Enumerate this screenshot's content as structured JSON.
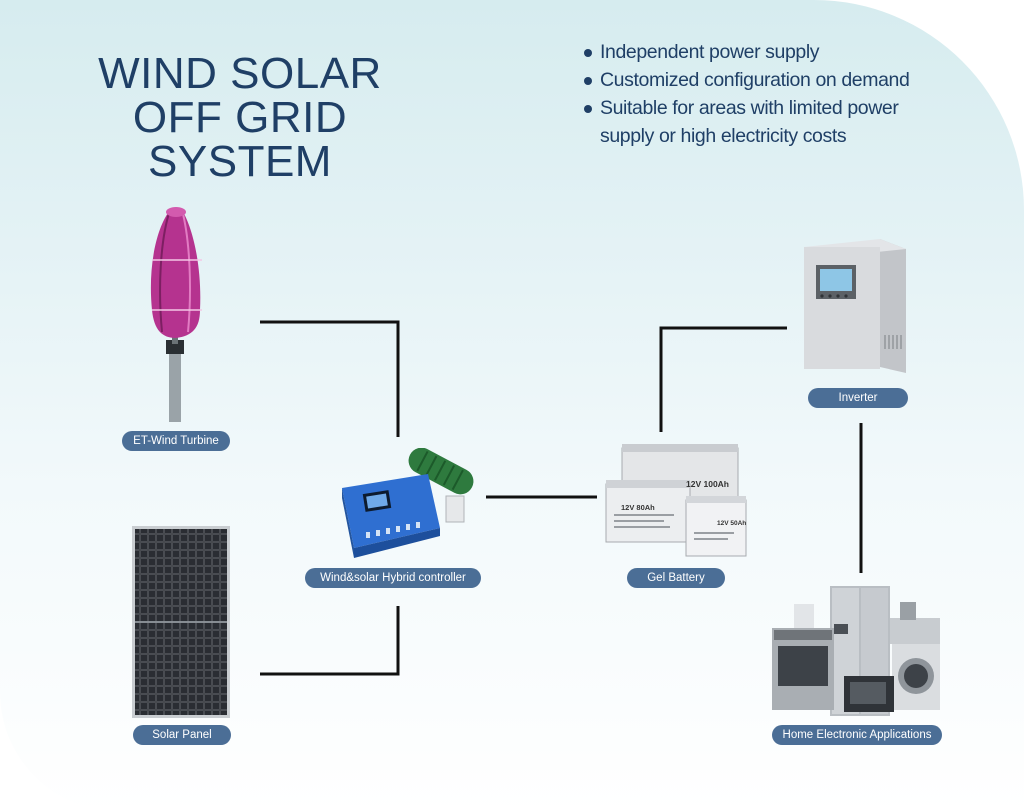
{
  "title": {
    "line1": "WIND SOLAR",
    "line2": "OFF GRID SYSTEM"
  },
  "features": [
    {
      "line1": "Independent power supply",
      "line2": ""
    },
    {
      "line1": "Customized configuration on demand",
      "line2": ""
    },
    {
      "line1": "Suitable for areas with limited power",
      "line2": "supply or high electricity costs"
    }
  ],
  "components": {
    "wind_turbine": "ET-Wind Turbine",
    "solar_panel": "Solar Panel",
    "controller": "Wind&solar Hybrid controller",
    "battery": "Gel Battery",
    "inverter": "Inverter",
    "appliances": "Home Electronic Applications"
  },
  "battery_labels": {
    "large": "12V 100Ah",
    "medium": "12V 80Ah",
    "small": "12V 50Ah"
  },
  "colors": {
    "heading": "#1f3f66",
    "label_bg": "#4b6e96",
    "wire": "#111111",
    "turbine": "#b5338f",
    "controller": "#2f6fd1"
  }
}
